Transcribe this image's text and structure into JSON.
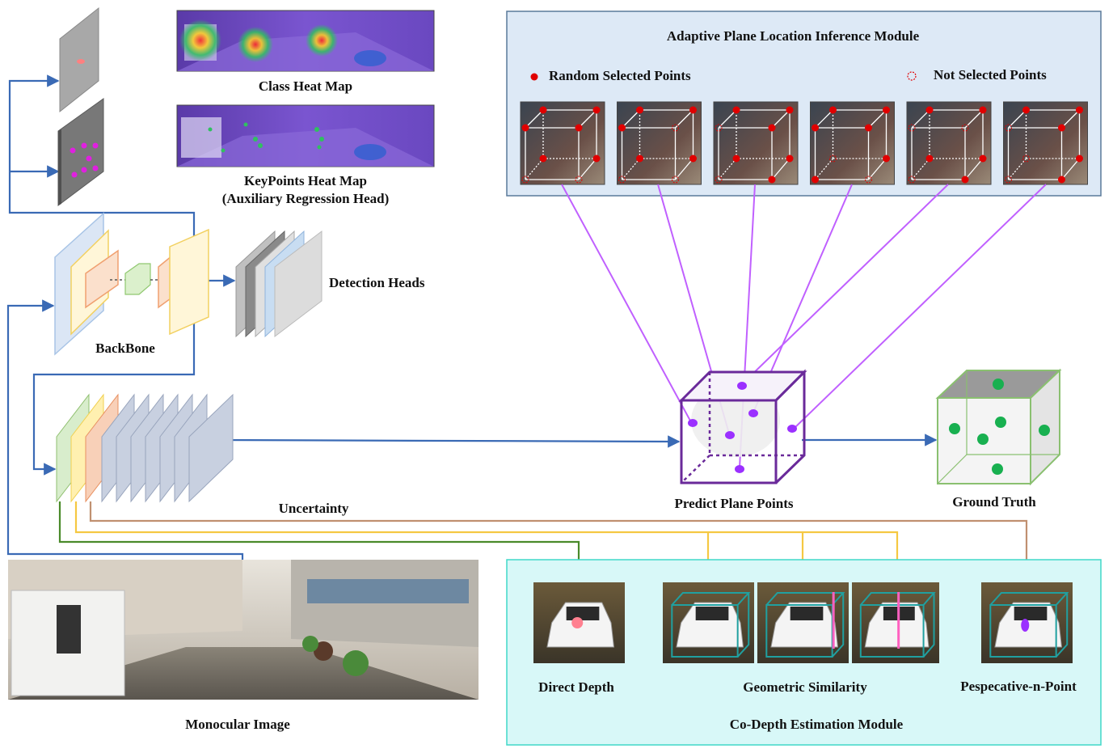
{
  "heatmaps": {
    "class_title": "Class  Heat  Map",
    "keypoints_title": "KeyPoints Heat Map",
    "keypoints_subtitle": "(Auxiliary Regression Head)"
  },
  "backbone": {
    "label": "BackBone"
  },
  "detection_heads": {
    "label": "Detection Heads"
  },
  "uncertainty": {
    "label": "Uncertainty"
  },
  "monocular": {
    "label": "Monocular Image"
  },
  "inference_module": {
    "title": "Adaptive Plane Location Inference Module",
    "legend_selected": "Random Selected Points",
    "legend_not_selected": "Not Selected Points",
    "samples": 6
  },
  "predict": {
    "label": "Predict Plane Points"
  },
  "ground_truth": {
    "label": "Ground Truth"
  },
  "codepth_module": {
    "title": "Co-Depth Estimation Module",
    "direct_depth": "Direct Depth",
    "geometric_similarity": "Geometric Similarity",
    "pnp": "Pespecative-n-Point"
  },
  "colors": {
    "arrow_blue": "#3a6ab5",
    "purple": "#9b30ff",
    "green_line": "#4a8a2a",
    "yellow_line": "#f5c842",
    "brown_line": "#c09070",
    "inference_bg": "#dde9f6",
    "codepth_bg": "#d8f8f8",
    "red_point": "#e00000",
    "gt_point": "#18b050"
  }
}
